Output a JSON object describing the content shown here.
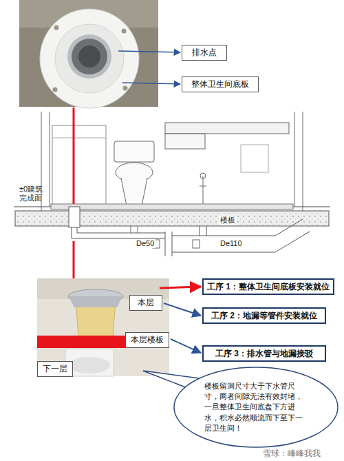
{
  "diagram": {
    "nodes": [
      {
        "text": [
          "排水点"
        ]
      },
      {
        "text": [
          "整体卫生间底板"
        ]
      },
      {
        "text": [
          "本层"
        ]
      },
      {
        "text": [
          "本层楼板"
        ]
      },
      {
        "text": [
          "下一层"
        ]
      },
      {
        "text": [
          "工序 1：整体卫生间底板安装就位"
        ]
      },
      {
        "text": [
          "工序 2：地漏等管件安装就位"
        ]
      },
      {
        "text": [
          "工序 3：排水管与地漏接驳"
        ]
      },
      {
        "text": [
          "楼板留洞尺寸大于下水管尺寸，两者间隙无法有效封堵，一旦整体卫生间底盘下方进水，积水必然顺流而下至下一层卫生间！"
        ]
      }
    ],
    "edges": [],
    "labels": [
      "±0建筑完成面",
      "De50",
      "De110",
      "楼板",
      "雪球：峰峰我我"
    ]
  }
}
